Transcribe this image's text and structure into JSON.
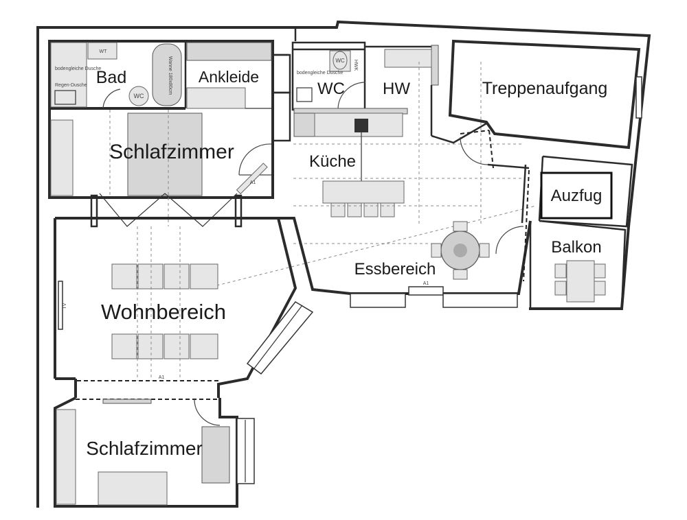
{
  "rooms": {
    "bad": "Bad",
    "ankleide": "Ankleide",
    "wc": "WC",
    "hw": "HW",
    "treppenaufgang": "Treppenaufgang",
    "schlafzimmer_top": "Schlafzimmer",
    "kueche": "Küche",
    "auzfug": "Auzfug",
    "balkon": "Balkon",
    "essbereich": "Essbereich",
    "wohnbereich": "Wohnbereich",
    "schlafzimmer_bottom": "Schlafzimmer"
  },
  "fixtures": {
    "wt": "WT",
    "wc_bad": "WC",
    "wc_small": "WC",
    "tv": "TV",
    "a1_top": "A1",
    "a1_ess": "A1",
    "a1_wohn": "A1",
    "hwk": "HWK",
    "shower_bad": "bodengleiche Dusche",
    "shower_wc": "bodengleiche Dusche",
    "regen": "Regen-Dusche",
    "wanne": "Wanne 180x80cm"
  }
}
